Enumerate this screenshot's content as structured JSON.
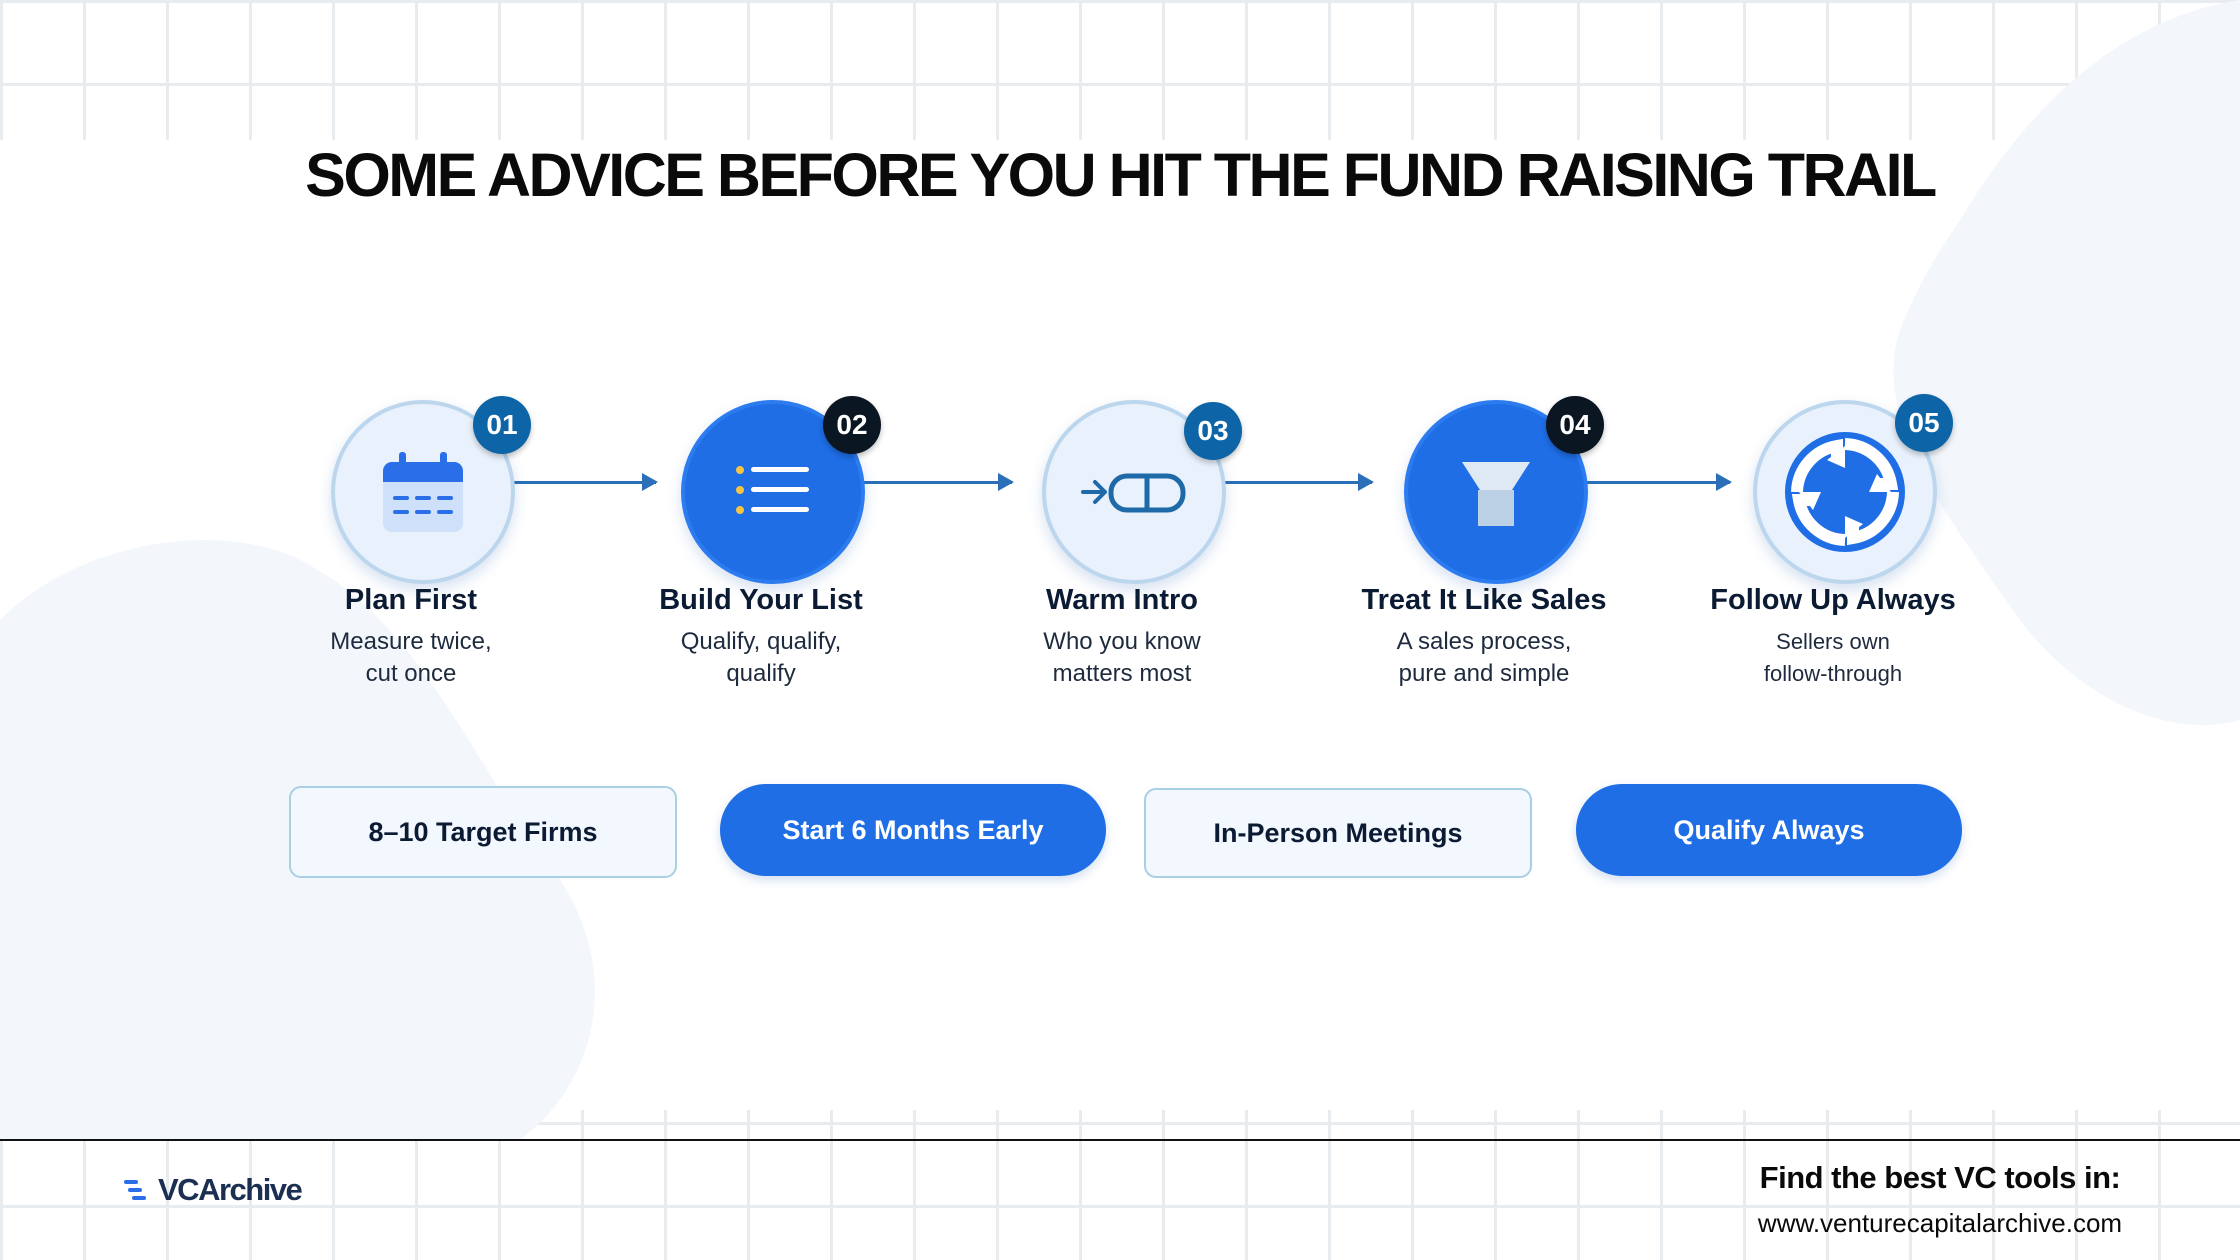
{
  "title": "SOME ADVICE BEFORE YOU HIT THE FUND RAISING TRAIL",
  "steps": [
    {
      "number": "01",
      "title": "Plan First",
      "desc_line1": "Measure twice,",
      "desc_line2": "cut once",
      "icon": "calendar-icon"
    },
    {
      "number": "02",
      "title": "Build Your List",
      "desc_line1": "Qualify, qualify,",
      "desc_line2": "qualify",
      "icon": "list-icon"
    },
    {
      "number": "03",
      "title": "Warm Intro",
      "desc_line1": "Who you know",
      "desc_line2": "matters most",
      "icon": "connection-icon"
    },
    {
      "number": "04",
      "title": "Treat It Like Sales",
      "desc_line1": "A sales process,",
      "desc_line2": "pure and simple",
      "icon": "funnel-icon"
    },
    {
      "number": "05",
      "title": "Follow Up Always",
      "desc_line1": "Sellers own",
      "desc_line2": "follow-through",
      "icon": "cycle-arrows-icon"
    }
  ],
  "pills": [
    {
      "label": "8–10 Target Firms"
    },
    {
      "label": "Start 6 Months Early"
    },
    {
      "label": "In-Person Meetings"
    },
    {
      "label": "Qualify Always"
    }
  ],
  "footer": {
    "logo_text": "VCArchive",
    "cta_heading": "Find the best VC tools in:",
    "cta_url": "www.venturecapitalarchive.com"
  },
  "colors": {
    "accent_blue": "#1f6ee6",
    "badge_blue": "#0d64a6",
    "badge_black": "#0b1623",
    "light_circle": "#e8f1fc"
  }
}
